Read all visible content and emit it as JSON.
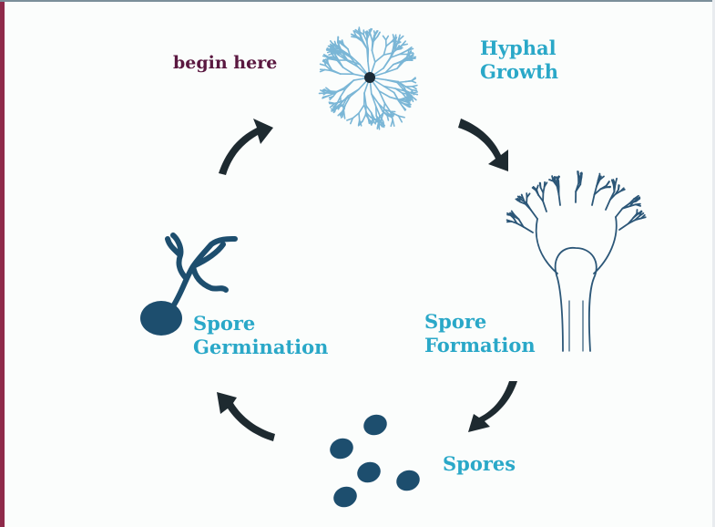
{
  "diagram": {
    "start_label": "begin here",
    "stages": [
      {
        "line1": "Hyphal",
        "line2": "Growth"
      },
      {
        "line1": "Spore",
        "line2": "Formation"
      },
      {
        "line1": "Spores",
        "line2": ""
      },
      {
        "line1": "Spore",
        "line2": "Germination"
      }
    ]
  },
  "colors": {
    "label_teal": "#2aa8c8",
    "start_label": "#5a1840",
    "illustration": "#1d4e6e",
    "arrow": "#1e2a30",
    "frame": "#8f2a4a"
  },
  "icons": [
    "mycelium-icon",
    "sporangiophore-icon",
    "spores-icon",
    "germinating-spore-icon",
    "cycle-arrow-icon"
  ]
}
